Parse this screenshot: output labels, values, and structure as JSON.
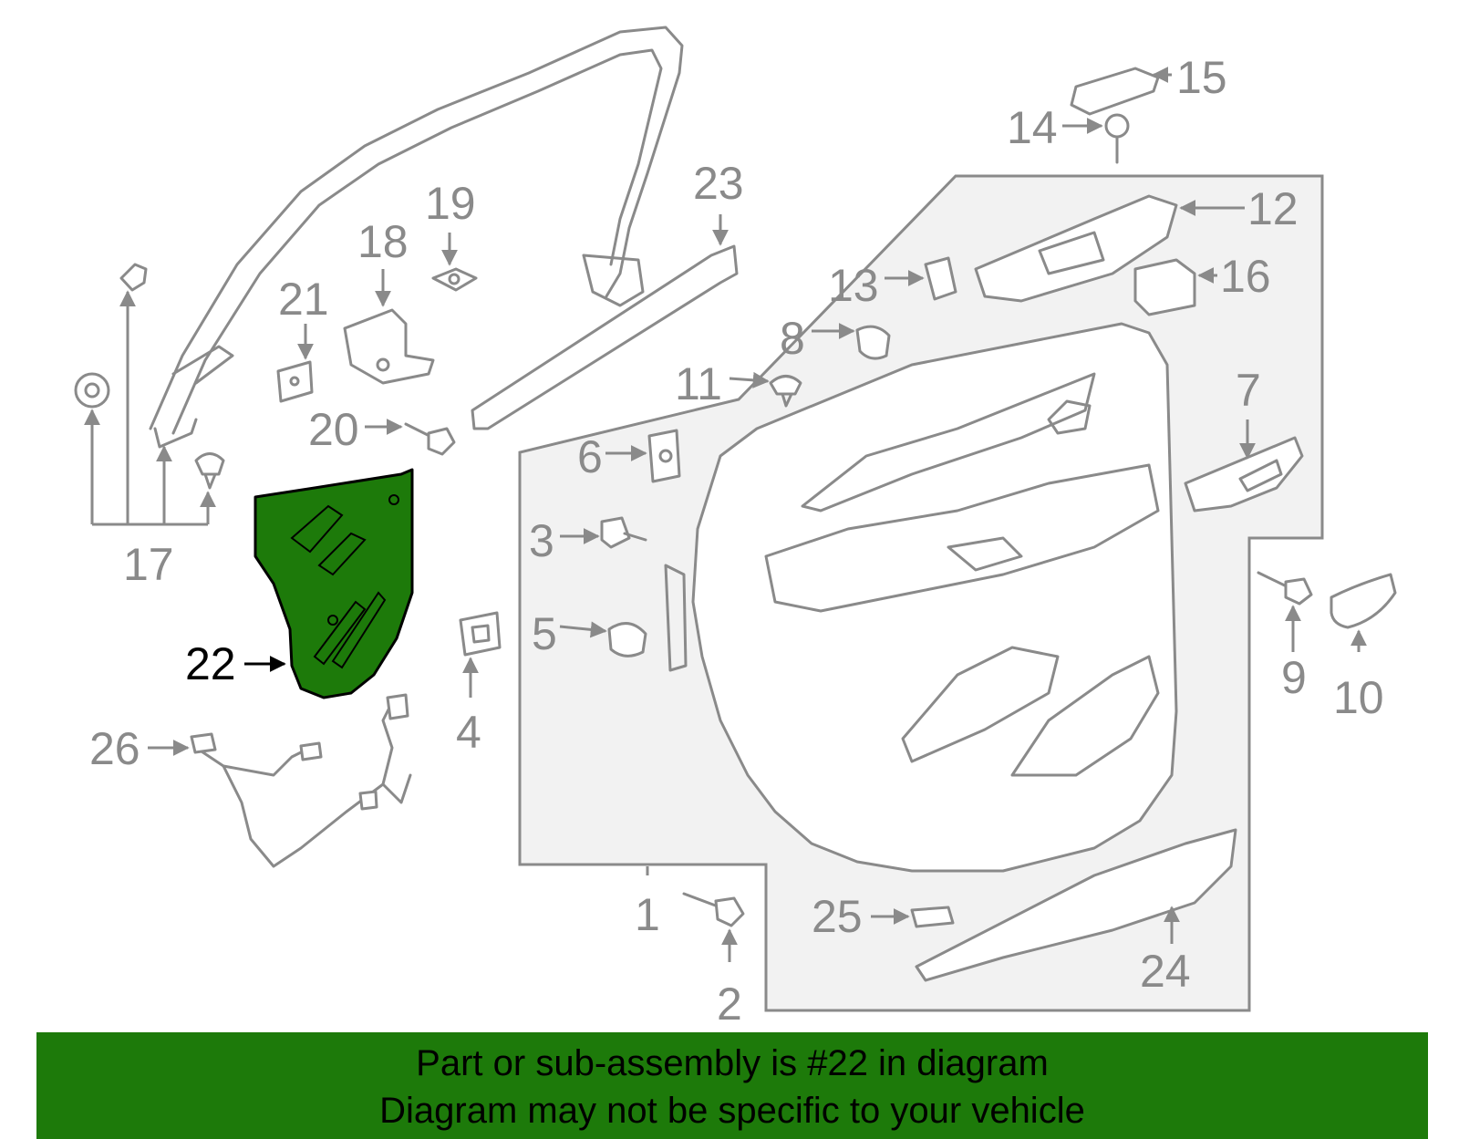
{
  "diagram": {
    "highlight_color": "#1d7a0a",
    "line_color": "#8a8a8a",
    "panel_fill": "#f2f2f2",
    "callouts": {
      "c1": "1",
      "c2": "2",
      "c3": "3",
      "c4": "4",
      "c5": "5",
      "c6": "6",
      "c7": "7",
      "c8": "8",
      "c9": "9",
      "c10": "10",
      "c11": "11",
      "c12": "12",
      "c13": "13",
      "c14": "14",
      "c15": "15",
      "c16": "16",
      "c17": "17",
      "c18": "18",
      "c19": "19",
      "c20": "20",
      "c21": "21",
      "c22": "22",
      "c23": "23",
      "c24": "24",
      "c25": "25",
      "c26": "26"
    },
    "highlighted_part": "22"
  },
  "banner": {
    "line1": "Part or sub-assembly is #22 in diagram",
    "line2": "Diagram may not be specific to your vehicle",
    "background": "#1d7a0a"
  }
}
